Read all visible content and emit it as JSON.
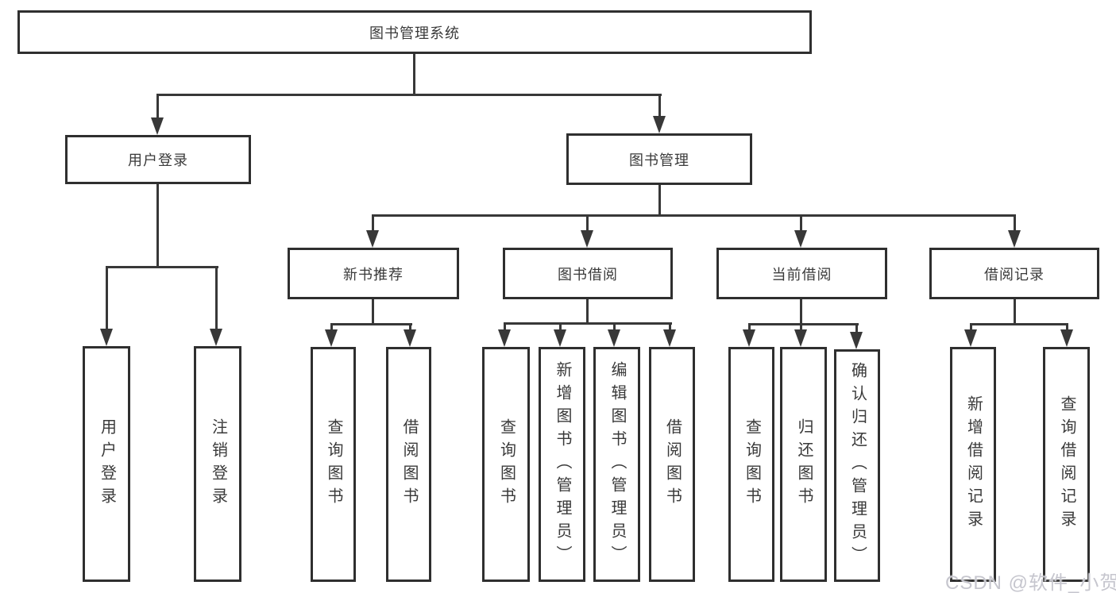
{
  "tree": {
    "label": "图书管理系统",
    "children": [
      {
        "label": "用户登录",
        "children": [
          {
            "label": "用户登录"
          },
          {
            "label": "注销登录"
          }
        ]
      },
      {
        "label": "图书管理",
        "children": [
          {
            "label": "新书推荐",
            "children": [
              {
                "label": "查询图书"
              },
              {
                "label": "借阅图书"
              }
            ]
          },
          {
            "label": "图书借阅",
            "children": [
              {
                "label": "查询图书"
              },
              {
                "label": "新增图书（管理员）"
              },
              {
                "label": "编辑图书（管理员）"
              },
              {
                "label": "借阅图书"
              }
            ]
          },
          {
            "label": "当前借阅",
            "children": [
              {
                "label": "查询图书"
              },
              {
                "label": "归还图书"
              },
              {
                "label": "确认归还（管理员）"
              }
            ]
          },
          {
            "label": "借阅记录",
            "children": [
              {
                "label": "新增借阅记录"
              },
              {
                "label": "查询借阅记录"
              }
            ]
          }
        ]
      }
    ]
  },
  "watermark": {
    "text": "CSDN @软件_小贺同学"
  },
  "colors": {
    "line": "#383838",
    "box_border": "#2f2f2f",
    "text": "#3a3a3a",
    "watermark": "#c6c6ce",
    "background": "#ffffff"
  }
}
